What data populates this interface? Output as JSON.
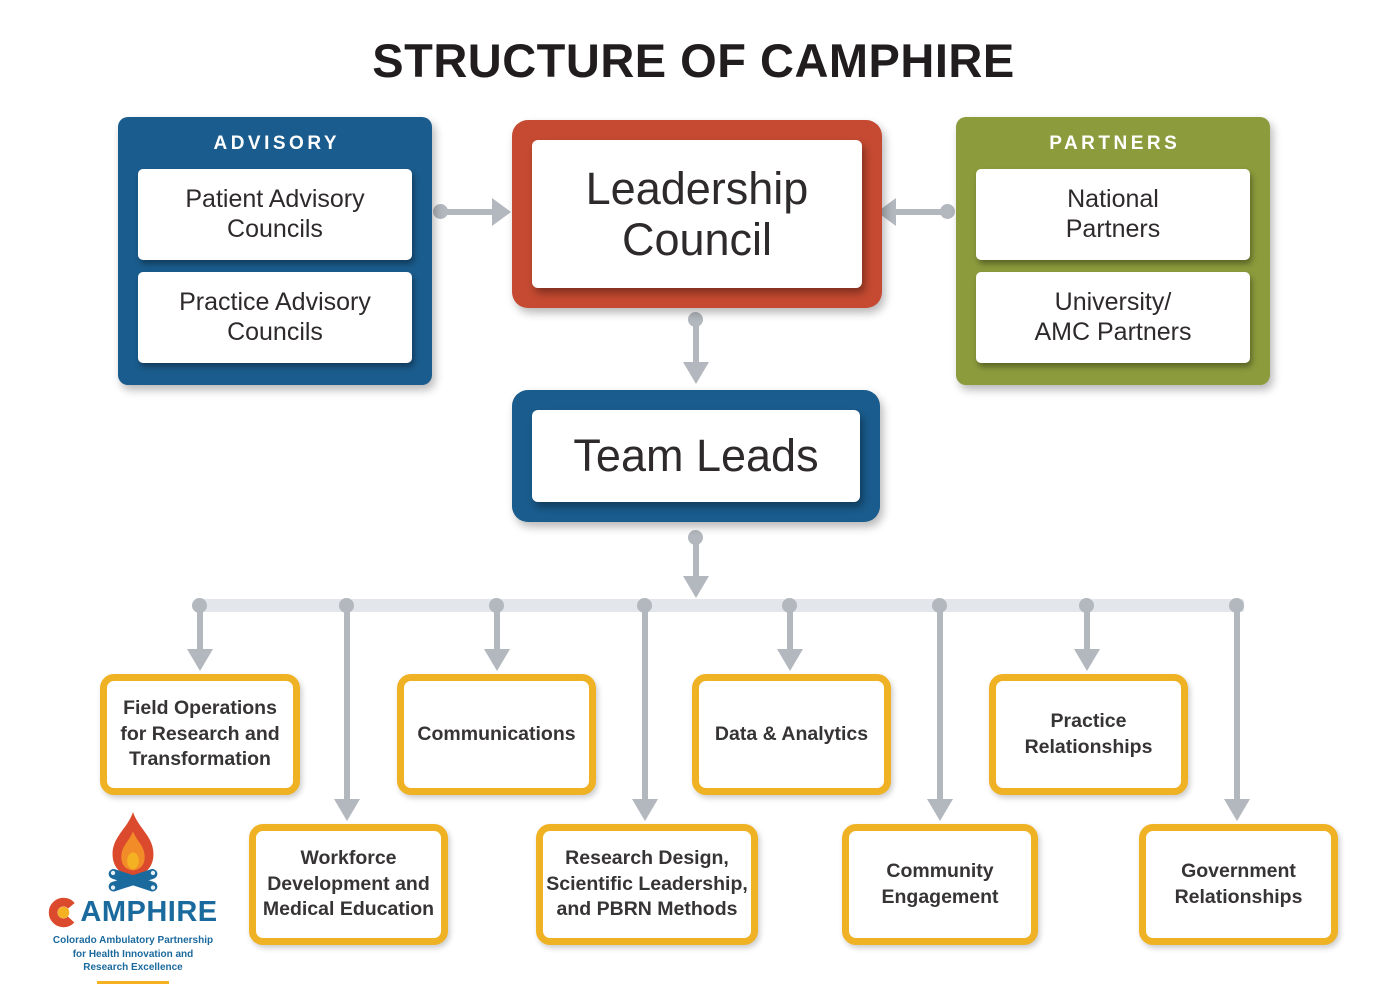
{
  "title": "STRUCTURE OF CAMPHIRE",
  "colors": {
    "blue": "#1A5C8D",
    "red": "#C54A31",
    "olive": "#8C9B3C",
    "gold": "#EFB224",
    "arrow": "#B2B8BE",
    "bar": "#E3E6EA",
    "logo-blue": "#1B6A9E",
    "flame-red": "#DB4A2C",
    "flame-orange": "#F28C28",
    "flame-gold": "#F4B223",
    "text-dark": "#2E2A2B"
  },
  "advisory": {
    "header": "ADVISORY",
    "items": [
      {
        "label": "Patient Advisory\nCouncils"
      },
      {
        "label": "Practice Advisory\nCouncils"
      }
    ]
  },
  "leadership": {
    "label": "Leadership\nCouncil"
  },
  "partners": {
    "header": "PARTNERS",
    "items": [
      {
        "label": "National\nPartners"
      },
      {
        "label": "University/\nAMC Partners"
      }
    ]
  },
  "team_leads": {
    "label": "Team Leads"
  },
  "teams": [
    {
      "id": "field-operations",
      "label": "Field Operations\nfor Research and\nTransformation"
    },
    {
      "id": "workforce-development",
      "label": "Workforce\nDevelopment and\nMedical Education"
    },
    {
      "id": "communications",
      "label": "Communications"
    },
    {
      "id": "research-design",
      "label": "Research Design,\nScientific Leadership,\nand PBRN Methods"
    },
    {
      "id": "data-analytics",
      "label": "Data & Analytics"
    },
    {
      "id": "community-engagement",
      "label": "Community\nEngagement"
    },
    {
      "id": "practice-relationships",
      "label": "Practice\nRelationships"
    },
    {
      "id": "government-relationships",
      "label": "Government\nRelationships"
    }
  ],
  "logo": {
    "name": "CAMPHIRE",
    "initial": "C",
    "wordmark_rest": "AMPHIRE",
    "tagline": "Colorado Ambulatory Partnership\nfor Health Innovation and\nResearch Excellence"
  }
}
